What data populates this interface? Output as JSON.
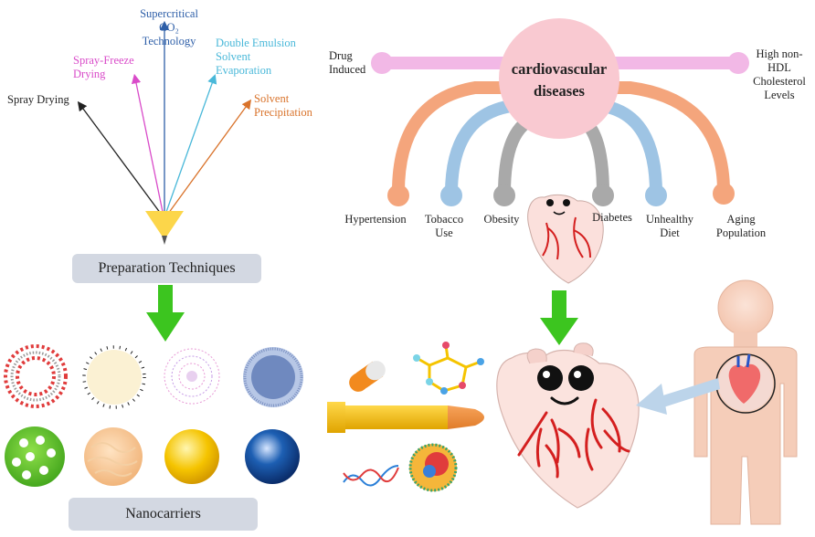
{
  "left_panel": {
    "techniques": [
      {
        "label": "Supercritical\nCO₂\nTechnology",
        "color": "#2e5fa8"
      },
      {
        "label": "Spray-Freeze\nDrying",
        "color": "#d94bc9"
      },
      {
        "label": "Double Emulsion\nSolvent\nEvaporation",
        "color": "#49b8d9"
      },
      {
        "label": "Spray Drying",
        "color": "#222222"
      },
      {
        "label": "Solvent\nPrecipitation",
        "color": "#d9732b"
      }
    ],
    "preparation_box": "Preparation Techniques",
    "nanocarriers_box": "Nanocarriers"
  },
  "right_panel": {
    "center_label": "cardiovascular\ndiseases",
    "top_left_label": "Drug\nInduced",
    "top_right_label": "High non-\nHDL\nCholesterol\nLevels",
    "risk_factors": [
      {
        "label": "Hypertension",
        "color": "#f4a57c"
      },
      {
        "label": "Tobacco\nUse",
        "color": "#9ec4e4"
      },
      {
        "label": "Obesity",
        "color": "#a9a9a9"
      },
      {
        "label": "Diabetes",
        "color": "#a9a9a9"
      },
      {
        "label": "Unhealthy\nDiet",
        "color": "#9ec4e4"
      },
      {
        "label": "Aging\nPopulation",
        "color": "#f4a57c"
      }
    ]
  },
  "colors": {
    "arrow_green": "#3cc51f",
    "box_bg": "#d3d8e2",
    "pink_bar": "#f2b8e6",
    "center_circle": "#f9c9d1"
  }
}
